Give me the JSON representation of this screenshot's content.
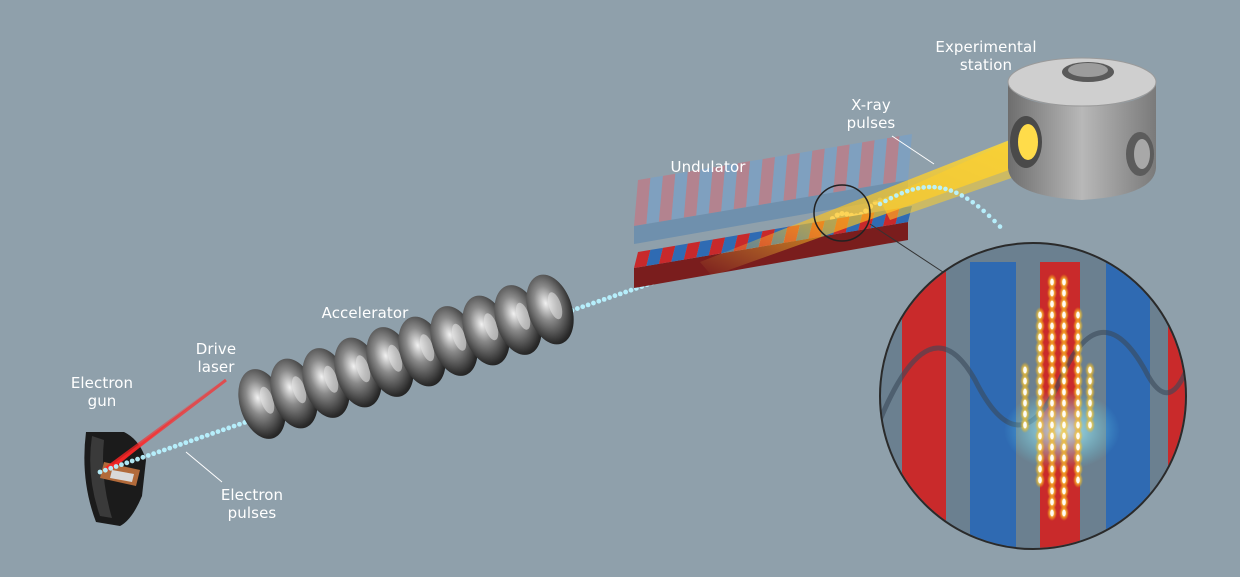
{
  "labels": {
    "electron_gun": [
      "Electron",
      "gun"
    ],
    "drive_laser": [
      "Drive",
      "laser"
    ],
    "electron_pulses": [
      "Electron",
      "pulses"
    ],
    "accelerator": "Accelerator",
    "undulator": "Undulator",
    "xray_pulses": [
      "X-ray",
      "pulses"
    ],
    "experimental_station": [
      "Experimental",
      "station"
    ]
  },
  "colors": {
    "background": "#8fa0ab",
    "electron_dot": "#b8f2ff",
    "laser": "#ff2a2a",
    "xray_beam": "#ffc21a",
    "magnet_red": "#c8292b",
    "magnet_blue": "#2f6bb3"
  }
}
